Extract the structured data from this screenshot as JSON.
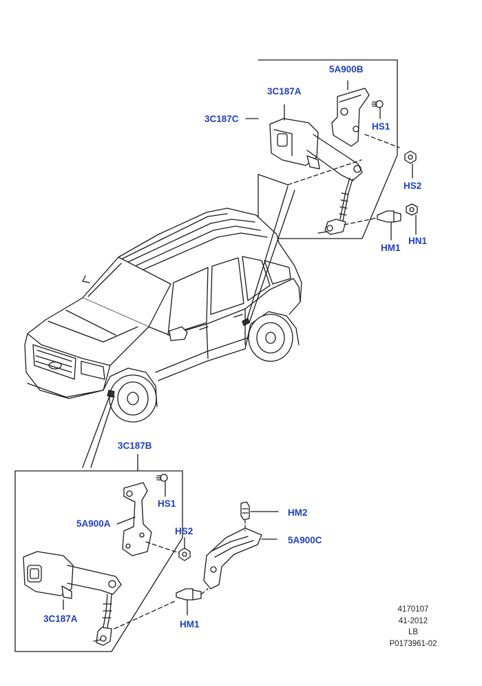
{
  "labels": {
    "top_bracket": "5A900B",
    "top_sensor": "3C187A",
    "top_assembly": "3C187C",
    "top_hs1": "HS1",
    "top_hs2": "HS2",
    "top_hm1": "HM1",
    "top_hn1": "HN1",
    "bottom_assembly": "3C187B",
    "bottom_hs1": "HS1",
    "bottom_bracket": "5A900A",
    "bottom_hs2": "HS2",
    "bottom_hm2": "HM2",
    "bottom_bracket_c": "5A900C",
    "bottom_sensor": "3C187A",
    "bottom_hm1": "HM1"
  },
  "reference": {
    "line1": "4170107",
    "line2": "41-2012",
    "line3": "LB",
    "line4": "P0173961-02"
  },
  "colors": {
    "label": "#1f3fc4",
    "line": "#1a1a1a",
    "vehicle_fill": "#ffffff"
  }
}
